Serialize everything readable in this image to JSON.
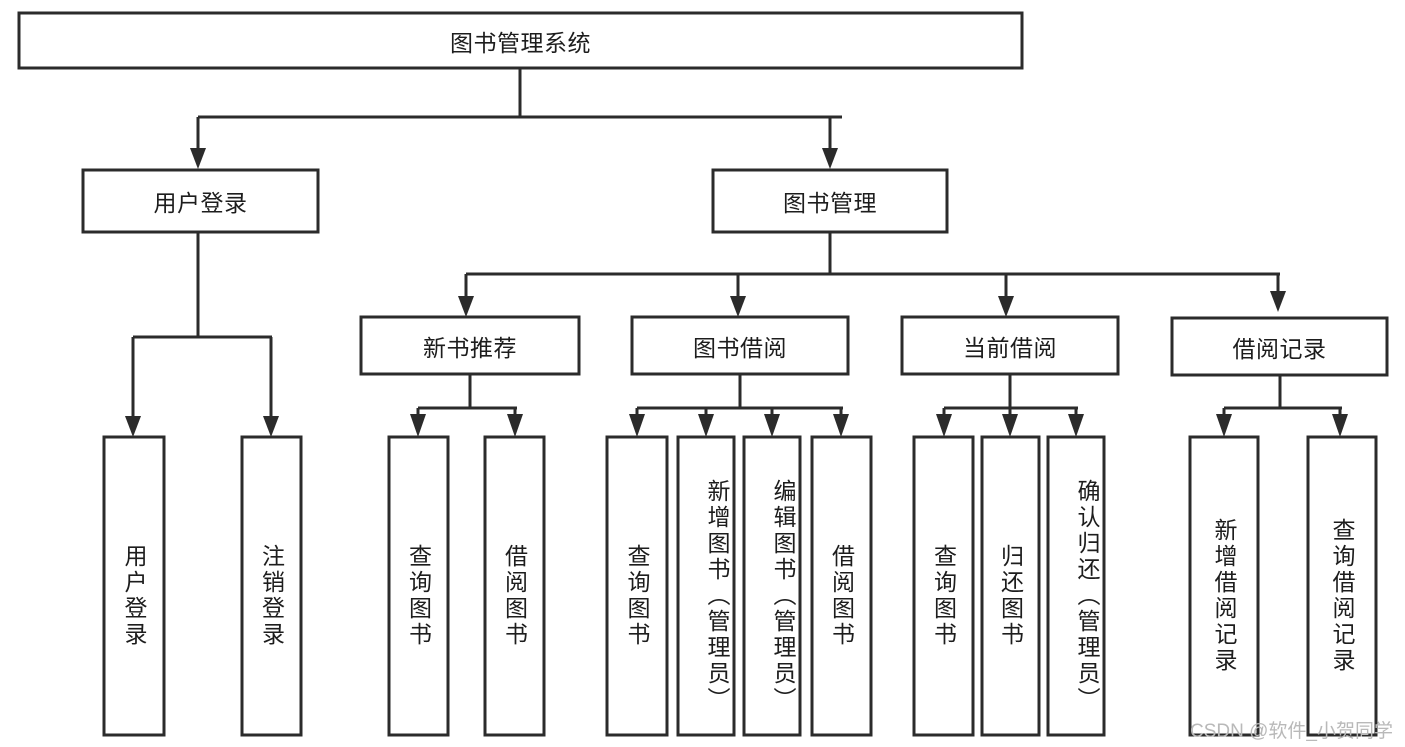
{
  "diagram": {
    "type": "tree",
    "orientation": "top-down",
    "root": {
      "id": "root",
      "label": "图书管理系统"
    },
    "level1": [
      {
        "id": "user-login",
        "label": "用户登录"
      },
      {
        "id": "book-manage",
        "label": "图书管理"
      }
    ],
    "level2": [
      {
        "id": "new-book-recommend",
        "label": "新书推荐",
        "parent": "book-manage"
      },
      {
        "id": "book-borrow",
        "label": "图书借阅",
        "parent": "book-manage"
      },
      {
        "id": "current-borrow",
        "label": "当前借阅",
        "parent": "book-manage"
      },
      {
        "id": "borrow-record",
        "label": "借阅记录",
        "parent": "book-manage"
      }
    ],
    "leaves": {
      "user-login": [
        {
          "id": "leaf-user-login",
          "label": "用户登录"
        },
        {
          "id": "leaf-user-logout",
          "label": "注销登录"
        }
      ],
      "new-book-recommend": [
        {
          "id": "leaf-query-book-1",
          "label": "查询图书"
        },
        {
          "id": "leaf-borrow-book-1",
          "label": "借阅图书"
        }
      ],
      "book-borrow": [
        {
          "id": "leaf-query-book-2",
          "label": "查询图书"
        },
        {
          "id": "leaf-add-book",
          "label": "新增图书（管理员）"
        },
        {
          "id": "leaf-edit-book",
          "label": "编辑图书（管理员）"
        },
        {
          "id": "leaf-borrow-book-2",
          "label": "借阅图书"
        }
      ],
      "current-borrow": [
        {
          "id": "leaf-query-book-3",
          "label": "查询图书"
        },
        {
          "id": "leaf-return-book",
          "label": "归还图书"
        },
        {
          "id": "leaf-confirm-return",
          "label": "确认归还（管理员）"
        }
      ],
      "borrow-record": [
        {
          "id": "leaf-add-record",
          "label": "新增借阅记录"
        },
        {
          "id": "leaf-query-record",
          "label": "查询借阅记录"
        }
      ]
    },
    "colors": {
      "stroke": "#2b2b2b",
      "fill": "#ffffff",
      "text": "#1d1d1d",
      "watermark": "#b9b9b9",
      "background": "#ffffff"
    }
  },
  "watermark": {
    "text": "CSDN @软件_小贺同学"
  }
}
